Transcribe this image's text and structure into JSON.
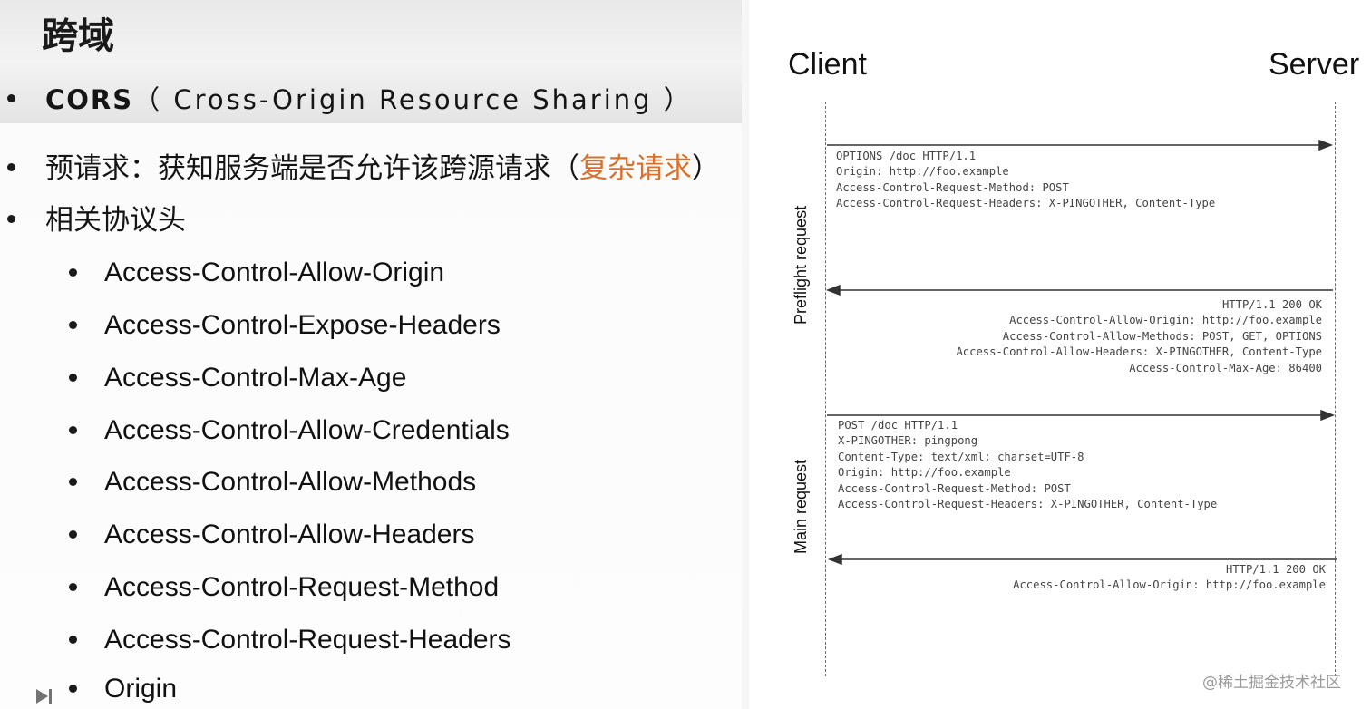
{
  "slide": {
    "title": "跨域",
    "bullets": {
      "cors_abbr": "CORS",
      "cors_open": "（",
      "cors_full": "Cross-Origin Resource Sharing",
      "cors_close": "）",
      "preflight_prefix": "预请求：获知服务端是否允许该跨源请求（",
      "preflight_highlight": "复杂请求",
      "preflight_suffix": "）",
      "headers_title": "相关协议头"
    },
    "header_items": [
      "Access-Control-Allow-Origin",
      "Access-Control-Expose-Headers",
      "Access-Control-Max-Age",
      "Access-Control-Allow-Credentials",
      "Access-Control-Allow-Methods",
      "Access-Control-Allow-Headers",
      "Access-Control-Request-Method",
      "Access-Control-Request-Headers",
      "Origin"
    ],
    "highlight_color": "#d9712a"
  },
  "diagram": {
    "client_label": "Client",
    "server_label": "Server",
    "preflight_label": "Preflight request",
    "main_label": "Main request",
    "preflight_request": [
      "OPTIONS /doc HTTP/1.1",
      "Origin: http://foo.example",
      "Access-Control-Request-Method: POST",
      "Access-Control-Request-Headers: X-PINGOTHER, Content-Type"
    ],
    "preflight_response": [
      "HTTP/1.1 200 OK",
      "Access-Control-Allow-Origin: http://foo.example",
      "Access-Control-Allow-Methods: POST, GET, OPTIONS",
      "Access-Control-Allow-Headers: X-PINGOTHER, Content-Type",
      "Access-Control-Max-Age: 86400"
    ],
    "main_request": [
      "POST /doc HTTP/1.1",
      "X-PINGOTHER: pingpong",
      "Content-Type: text/xml; charset=UTF-8",
      "Origin: http://foo.example",
      "Access-Control-Request-Method: POST",
      "Access-Control-Request-Headers: X-PINGOTHER, Content-Type"
    ],
    "main_response": [
      "HTTP/1.1 200 OK",
      "Access-Control-Allow-Origin: http://foo.example"
    ]
  },
  "watermark": "@稀土掘金技术社区",
  "icons": {
    "player": "play-next-icon"
  }
}
